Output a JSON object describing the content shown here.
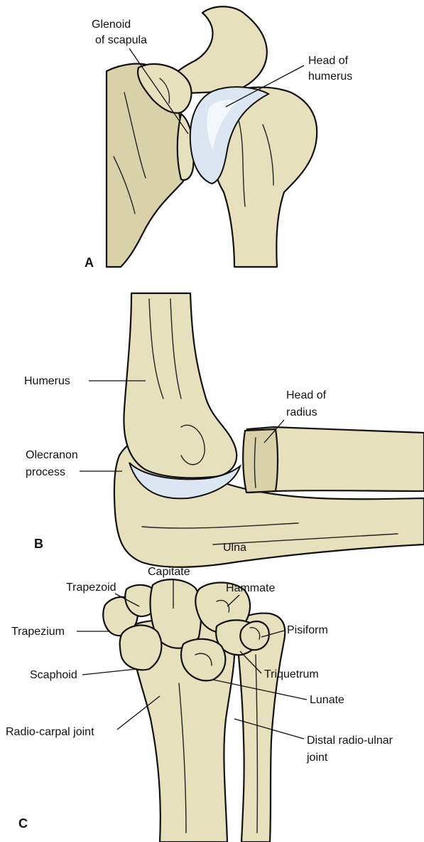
{
  "panels": {
    "a": {
      "letter": "A",
      "labels": {
        "glenoid_1": "Glenoid",
        "glenoid_2": "of scapula",
        "head_humerus_1": "Head of",
        "head_humerus_2": "humerus"
      }
    },
    "b": {
      "letter": "B",
      "labels": {
        "humerus": "Humerus",
        "head_radius_1": "Head of",
        "head_radius_2": "radius",
        "olecranon_1": "Olecranon",
        "olecranon_2": "process",
        "ulna": "Ulna"
      }
    },
    "c": {
      "letter": "C",
      "labels": {
        "capitate": "Capitate",
        "trapezoid": "Trapezoid",
        "hammate": "Hammate",
        "trapezium": "Trapezium",
        "pisiform": "Pisiform",
        "scaphoid": "Scaphoid",
        "triquetrum": "Triquetrum",
        "lunate": "Lunate",
        "radio_carpal": "Radio-carpal joint",
        "distal_radio_ulnar_1": "Distal radio-ulnar",
        "distal_radio_ulnar_2": "joint"
      }
    }
  },
  "colors": {
    "bone": "#e6e0bd",
    "cartilage": "#dce6f2",
    "outline": "#111111"
  }
}
